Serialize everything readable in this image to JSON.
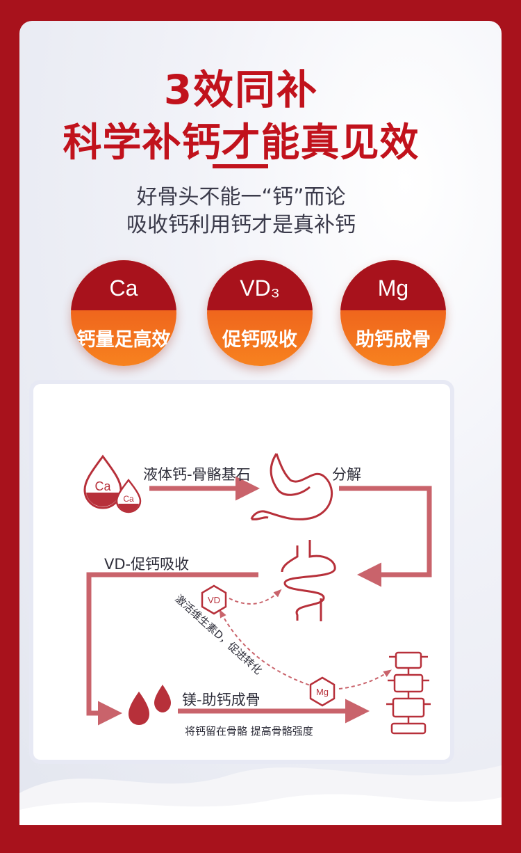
{
  "header": {
    "line1": "3效同补",
    "line2": "科学补钙才能真见效"
  },
  "subtitle": {
    "line1": "好骨头不能一“钙”而论",
    "line2": "吸收钙利用钙才是真补钙"
  },
  "badges": [
    {
      "symbol": "Ca",
      "label": "钙量足高效"
    },
    {
      "symbol": "VD₃",
      "label": "促钙吸收"
    },
    {
      "symbol": "Mg",
      "label": "助钙成骨"
    }
  ],
  "diagram": {
    "step1": "液体钙-骨骼基石",
    "step2": "分解",
    "step3": "VD-促钙吸收",
    "step4": "镁-助钙成骨",
    "caption": "将钙留在骨骼 提高骨骼强度",
    "curve_label": "激活维生素D，促进转化",
    "drop_big": "Ca",
    "drop_small": "Ca",
    "hex_vd": "VD",
    "hex_mg": "Mg"
  },
  "colors": {
    "brand_red": "#c1121c",
    "frame_red": "#a8121c",
    "arrow": "#c9636b",
    "badge_orange": "#f7821f"
  }
}
